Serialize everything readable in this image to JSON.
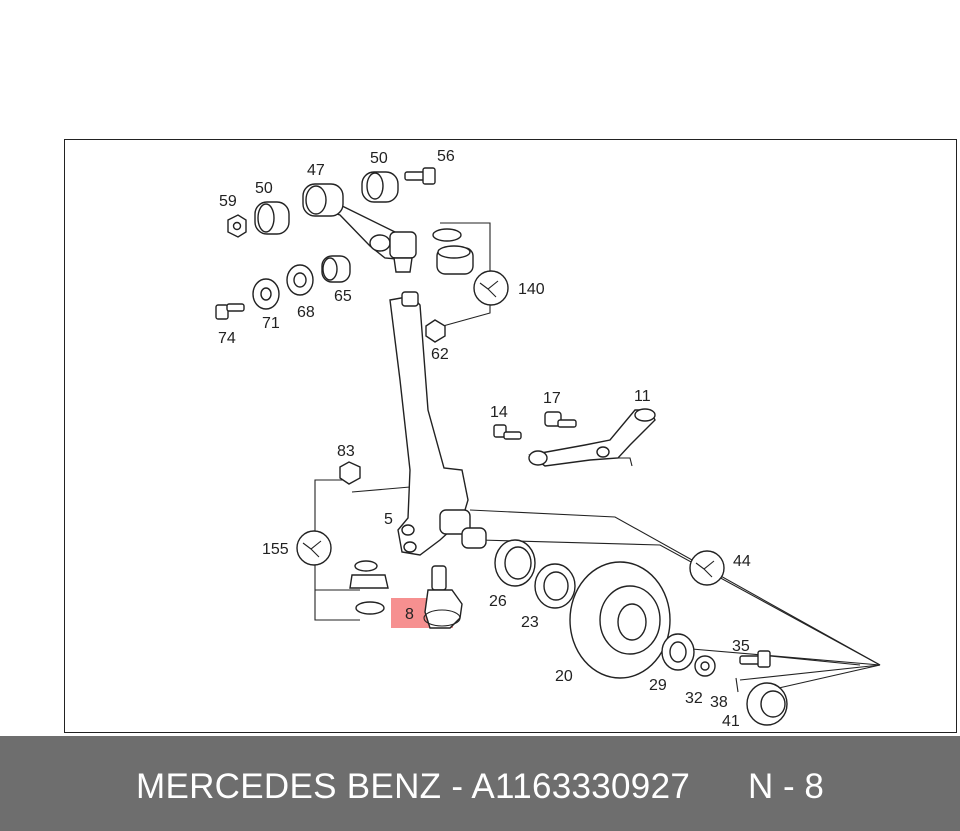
{
  "footer": {
    "brand_and_part": "MERCEDES BENZ - A1163330927",
    "position_code": "N - 8"
  },
  "highlight": {
    "label": "8",
    "color": "#f47c7c"
  },
  "callouts": [
    {
      "id": "47",
      "label": "47"
    },
    {
      "id": "50a",
      "label": "50"
    },
    {
      "id": "56",
      "label": "56"
    },
    {
      "id": "59",
      "label": "59"
    },
    {
      "id": "50b",
      "label": "50"
    },
    {
      "id": "140",
      "label": "140"
    },
    {
      "id": "65",
      "label": "65"
    },
    {
      "id": "68",
      "label": "68"
    },
    {
      "id": "71",
      "label": "71"
    },
    {
      "id": "74",
      "label": "74"
    },
    {
      "id": "62",
      "label": "62"
    },
    {
      "id": "17",
      "label": "17"
    },
    {
      "id": "11",
      "label": "11"
    },
    {
      "id": "14",
      "label": "14"
    },
    {
      "id": "83",
      "label": "83"
    },
    {
      "id": "5",
      "label": "5"
    },
    {
      "id": "155",
      "label": "155"
    },
    {
      "id": "44",
      "label": "44"
    },
    {
      "id": "26",
      "label": "26"
    },
    {
      "id": "23",
      "label": "23"
    },
    {
      "id": "20",
      "label": "20"
    },
    {
      "id": "35",
      "label": "35"
    },
    {
      "id": "29",
      "label": "29"
    },
    {
      "id": "32",
      "label": "32"
    },
    {
      "id": "38",
      "label": "38"
    },
    {
      "id": "41",
      "label": "41"
    }
  ]
}
